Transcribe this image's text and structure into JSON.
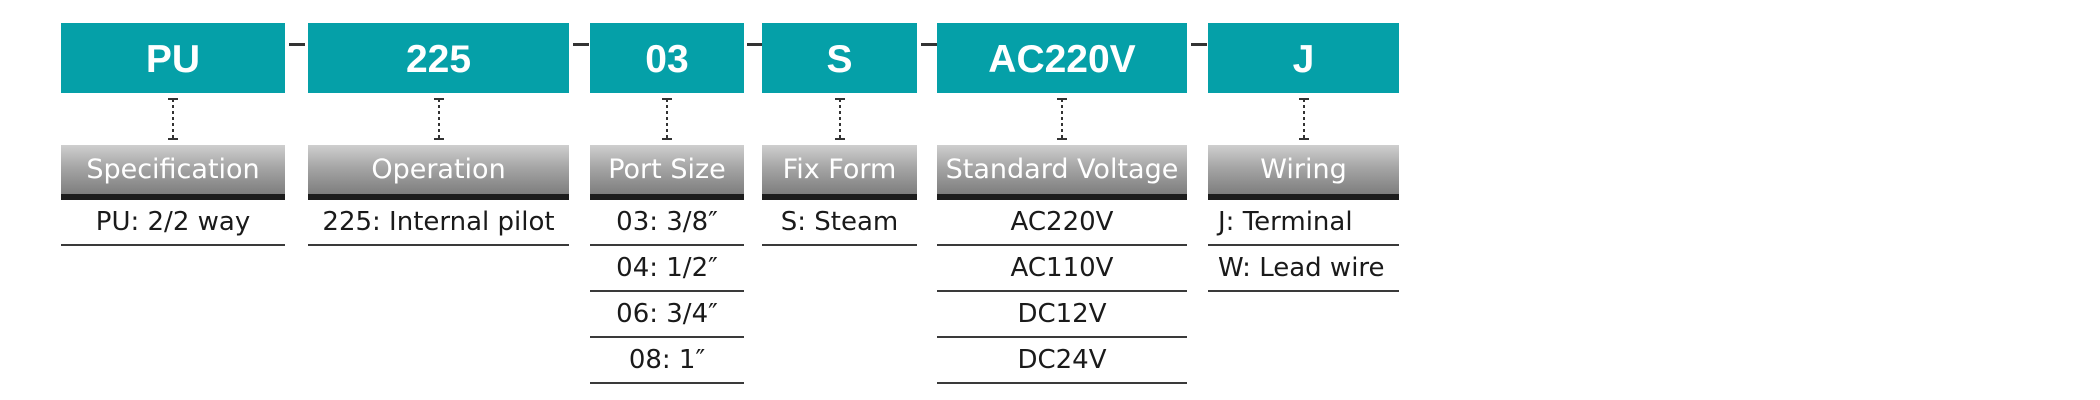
{
  "segments": [
    {
      "code": "PU",
      "label": "Specification",
      "options": [
        "PU: 2/2 way"
      ]
    },
    {
      "code": "225",
      "label": "Operation",
      "options": [
        "225: Internal pilot"
      ]
    },
    {
      "code": "03",
      "label": "Port Size",
      "options": [
        "03: 3/8″",
        "04: 1/2″",
        "06: 3/4″",
        "08: 1″"
      ]
    },
    {
      "code": "S",
      "label": "Fix Form",
      "options": [
        "S: Steam"
      ]
    },
    {
      "code": "AC220V",
      "label": "Standard Voltage",
      "options": [
        "AC220V",
        "AC110V",
        "DC12V",
        "DC24V"
      ]
    },
    {
      "code": "J",
      "label": "Wiring",
      "options": [
        "J: Terminal",
        "W: Lead wire"
      ]
    }
  ],
  "separator": "-",
  "colors": {
    "code_box": "#05a0a8",
    "header_gradient_top": "#cfcfcf",
    "header_gradient_bottom": "#7e7e7e",
    "header_rule": "#1c1c1c",
    "connector": "#333333"
  }
}
